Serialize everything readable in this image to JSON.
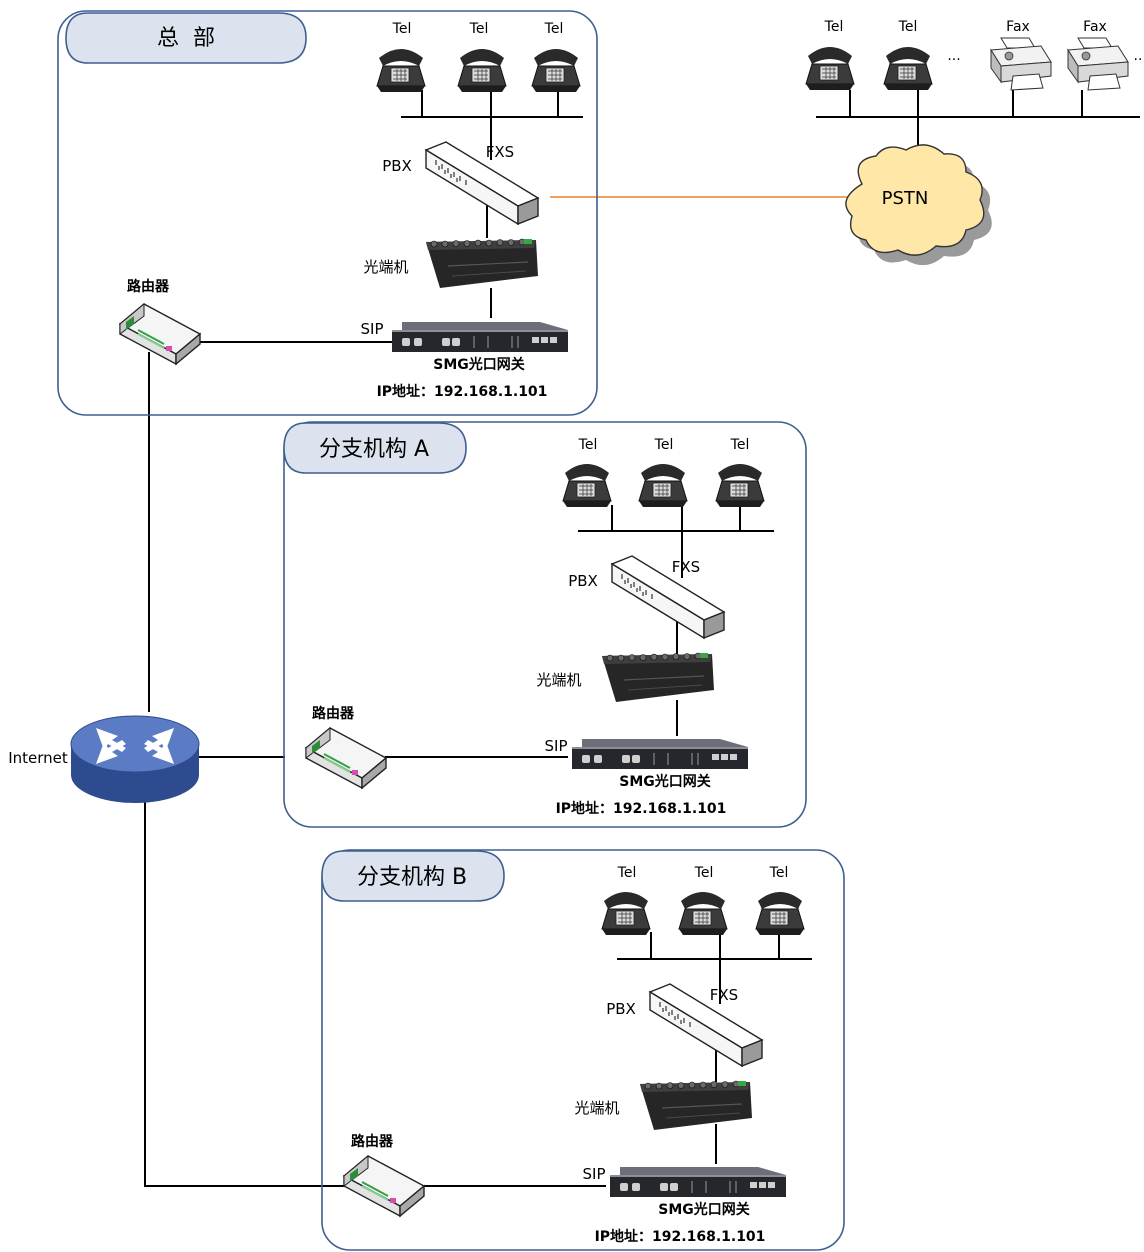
{
  "internet": {
    "label": "Internet"
  },
  "pstn": {
    "label": "PSTN"
  },
  "pstn_side": {
    "phones": [
      "Tel",
      "Tel"
    ],
    "ellipsis1": "...",
    "faxes": [
      "Fax",
      "Fax"
    ],
    "ellipsis2": ".."
  },
  "headquarters": {
    "title": "总  部",
    "phones": [
      "Tel",
      "Tel",
      "Tel"
    ],
    "fxs": "FXS",
    "pbx": "PBX",
    "optical": "光端机",
    "router": "路由器",
    "sip": "SIP",
    "gateway": "SMG光口网关",
    "ip": "IP地址：192.168.1.101"
  },
  "branch_a": {
    "title": "分支机构 A",
    "phones": [
      "Tel",
      "Tel",
      "Tel"
    ],
    "fxs": "FXS",
    "pbx": "PBX",
    "optical": "光端机",
    "router": "路由器",
    "sip": "SIP",
    "gateway": "SMG光口网关",
    "ip": "IP地址：192.168.1.101"
  },
  "branch_b": {
    "title": "分支机构 B",
    "phones": [
      "Tel",
      "Tel",
      "Tel"
    ],
    "fxs": "FXS",
    "pbx": "PBX",
    "optical": "光端机",
    "router": "路由器",
    "sip": "SIP",
    "gateway": "SMG光口网关",
    "ip": "IP地址：192.168.1.101"
  }
}
